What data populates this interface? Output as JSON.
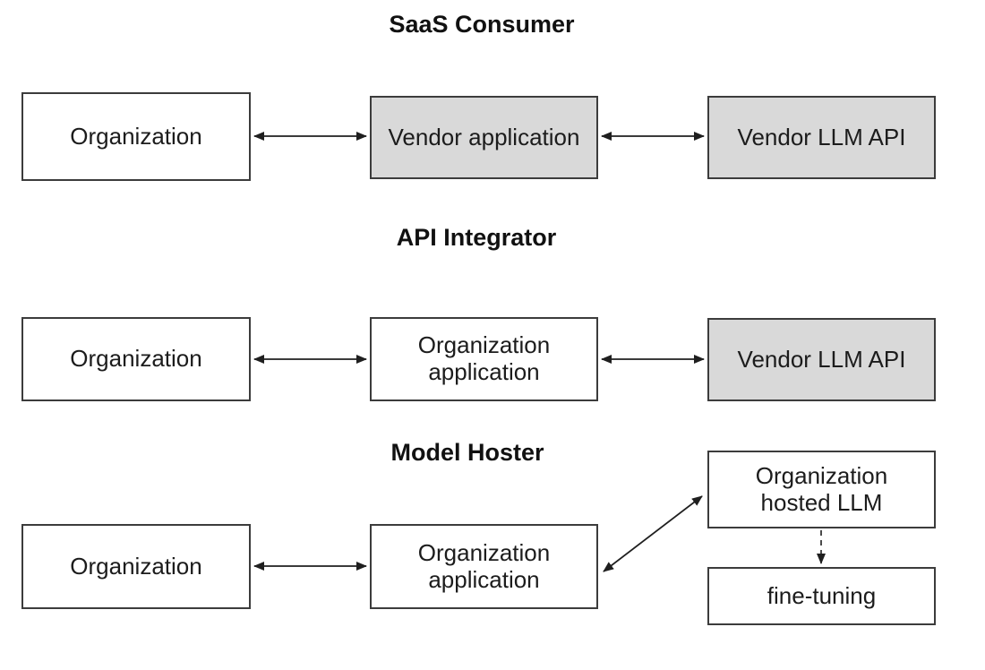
{
  "diagram": {
    "colors": {
      "background": "#ffffff",
      "box_fill_white": "#ffffff",
      "box_fill_gray": "#d9d9d9",
      "box_border": "#3c3c3c",
      "arrow": "#1f1f1f",
      "text": "#1c1c1c"
    },
    "sections": [
      {
        "title": "SaaS Consumer",
        "nodes": [
          {
            "id": "organization",
            "label": "Organization",
            "fill": "white"
          },
          {
            "id": "vendor-application",
            "label": "Vendor application",
            "fill": "gray"
          },
          {
            "id": "vendor-llm-api",
            "label": "Vendor LLM API",
            "fill": "gray"
          }
        ],
        "connections": [
          {
            "from": "Organization",
            "to": "Vendor application",
            "type": "bidirectional-solid"
          },
          {
            "from": "Vendor application",
            "to": "Vendor LLM API",
            "type": "bidirectional-solid"
          }
        ]
      },
      {
        "title": "API Integrator",
        "nodes": [
          {
            "id": "organization",
            "label": "Organization",
            "fill": "white"
          },
          {
            "id": "organization-application",
            "label": "Organization\napplication",
            "fill": "white"
          },
          {
            "id": "vendor-llm-api",
            "label": "Vendor LLM API",
            "fill": "gray"
          }
        ],
        "connections": [
          {
            "from": "Organization",
            "to": "Organization application",
            "type": "bidirectional-solid"
          },
          {
            "from": "Organization application",
            "to": "Vendor LLM API",
            "type": "bidirectional-solid"
          }
        ]
      },
      {
        "title": "Model Hoster",
        "nodes": [
          {
            "id": "organization",
            "label": "Organization",
            "fill": "white"
          },
          {
            "id": "organization-application",
            "label": "Organization\napplication",
            "fill": "white"
          },
          {
            "id": "organization-hosted-llm",
            "label": "Organization\nhosted LLM",
            "fill": "white"
          },
          {
            "id": "fine-tuning",
            "label": "fine-tuning",
            "fill": "white"
          }
        ],
        "connections": [
          {
            "from": "Organization",
            "to": "Organization application",
            "type": "bidirectional-solid"
          },
          {
            "from": "Organization application",
            "to": "Organization hosted LLM",
            "type": "bidirectional-solid-diagonal"
          },
          {
            "from": "Organization hosted LLM",
            "to": "fine-tuning",
            "type": "directional-dashed"
          }
        ]
      }
    ]
  }
}
